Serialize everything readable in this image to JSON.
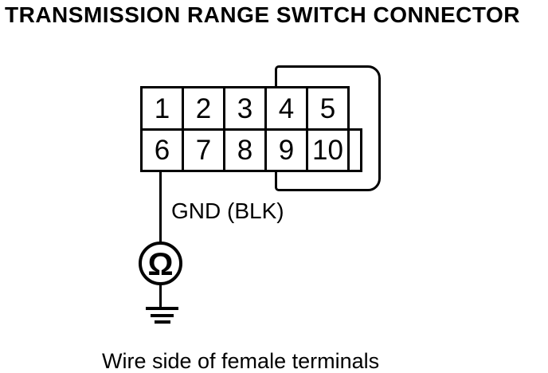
{
  "title": "TRANSMISSION RANGE SWITCH CONNECTOR",
  "connector": {
    "pins": [
      "1",
      "2",
      "3",
      "4",
      "5",
      "6",
      "7",
      "8",
      "9",
      "10"
    ]
  },
  "wire": {
    "label": "GND (BLK)"
  },
  "meter": {
    "symbol": "Ω"
  },
  "caption": "Wire side of female terminals",
  "colors": {
    "line": "#000000",
    "background": "#ffffff"
  }
}
